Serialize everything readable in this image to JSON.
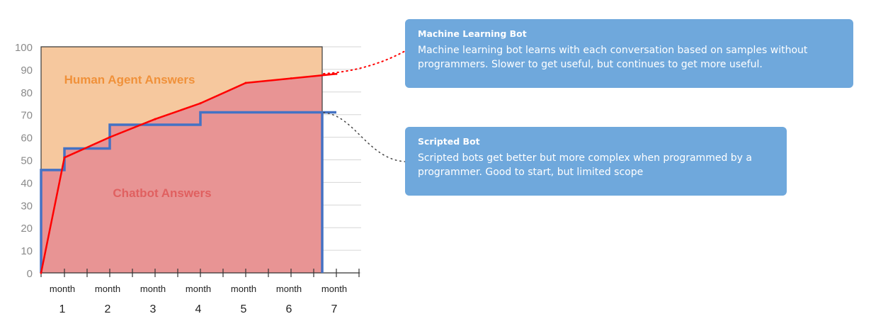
{
  "chart_data": {
    "type": "line",
    "title": "",
    "xlabel": "",
    "ylabel": "",
    "ylim": [
      0,
      100
    ],
    "y_ticks": [
      0,
      10,
      20,
      30,
      40,
      50,
      60,
      70,
      80,
      90,
      100
    ],
    "x_tick_labels": [
      {
        "top": "month",
        "bottom": "1"
      },
      {
        "top": "month",
        "bottom": "2"
      },
      {
        "top": "month",
        "bottom": "3"
      },
      {
        "top": "month",
        "bottom": "4"
      },
      {
        "top": "month",
        "bottom": "5"
      },
      {
        "top": "month",
        "bottom": "6"
      },
      {
        "top": "month",
        "bottom": "7"
      }
    ],
    "grid": true,
    "series": [
      {
        "name": "Machine Learning Bot",
        "style": "line",
        "color": "#ff0000",
        "x": [
          0,
          1,
          2,
          3,
          4,
          5,
          6,
          7
        ],
        "y": [
          0,
          51,
          60,
          68,
          75,
          84,
          86,
          88
        ]
      },
      {
        "name": "Scripted Bot",
        "style": "step",
        "color": "#4472c4",
        "x": [
          0,
          1,
          2,
          3,
          4,
          5,
          6,
          7
        ],
        "y": [
          45.5,
          55,
          65.5,
          65.5,
          71,
          71,
          71,
          71
        ]
      }
    ],
    "regions": [
      {
        "label": "Human Agent Answers",
        "color": "#f6c89e",
        "label_color": "#f0913a"
      },
      {
        "label": "Chatbot Answers",
        "color": "#e89494",
        "label_color": "#e06060"
      }
    ]
  },
  "callouts": {
    "machine_learning": {
      "title": "Machine Learning Bot",
      "text": "Machine learning bot learns with each conversation based on samples without programmers. Slower to get useful, but continues to get more useful.",
      "connector_color": "#ff0000"
    },
    "scripted": {
      "title": "Scripted Bot",
      "text": "Scripted bots get better but more complex when programmed by a programmer. Good to start, but limited scope",
      "connector_color": "#444444"
    }
  }
}
